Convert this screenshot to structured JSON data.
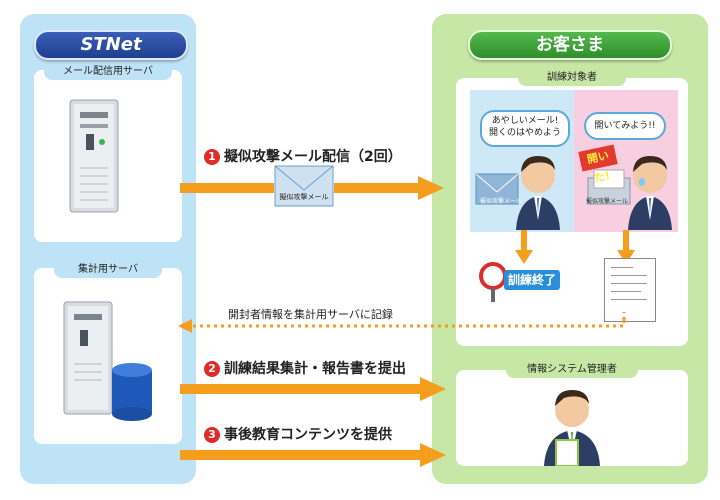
{
  "left_panel": {
    "title": "STNet",
    "mail_server_label": "メール配信用サーバ",
    "aggregate_server_label": "集計用サーバ"
  },
  "right_panel": {
    "title": "お客さま",
    "trainees_label": "訓練対象者",
    "admin_label": "情報システム管理者"
  },
  "scenario": {
    "bubble_left": "あやしいメール!\n開くのはやめよう",
    "bubble_right": "開いてみよう!!",
    "opened_stamp": "開いた!",
    "envelope_label": "擬似攻撃メール",
    "training_end": "訓練終了"
  },
  "flows": {
    "step1_num": "1",
    "step1_label": "擬似攻撃メール配信（2回）",
    "record_label": "開封者情報を集計用サーバに記録",
    "step2_num": "2",
    "step2_label": "訓練結果集計・報告書を提出",
    "step3_num": "3",
    "step3_label": "事後教育コンテンツを提供"
  },
  "colors": {
    "arrow": "#f59d1c",
    "blue_panel": "#bfe3f6",
    "green_panel": "#c6e7a5",
    "accent_red": "#e02b2b"
  }
}
